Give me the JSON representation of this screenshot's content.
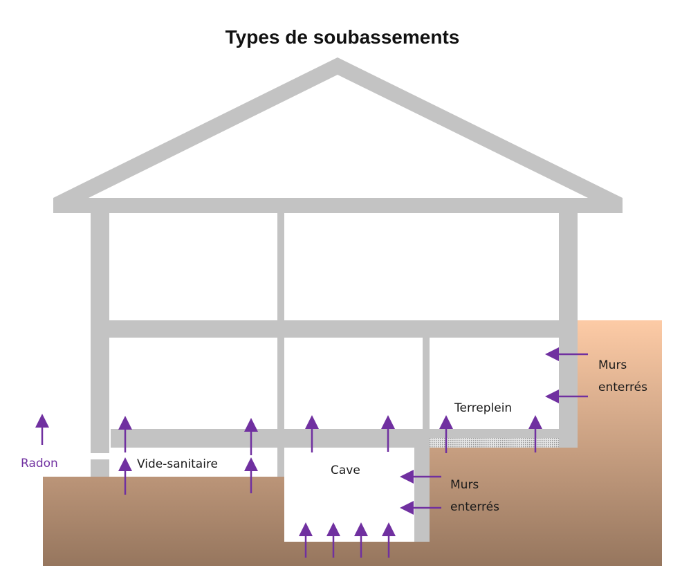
{
  "title": "Types de soubassements",
  "labels": {
    "radon": "Radon",
    "vide_sanitaire": "Vide-sanitaire",
    "cave": "Cave",
    "terreplein": "Terreplein",
    "murs_enterres_1_line1": "Murs",
    "murs_enterres_1_line2": "enterrés",
    "murs_enterres_2_line1": "Murs",
    "murs_enterres_2_line2": "enterrés"
  },
  "colors": {
    "structure": "#c3c3c3",
    "radon_arrow": "#7030a0",
    "soil_top": "#fdcba6",
    "soil_bottom": "#96765e"
  }
}
